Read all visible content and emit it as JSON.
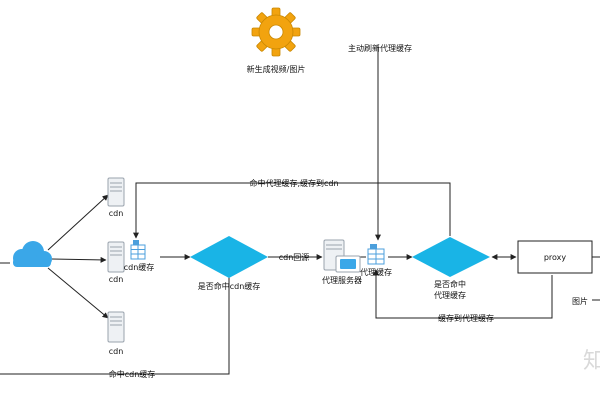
{
  "labels": {
    "gear": "新生成视频/图片",
    "refresh": "主动刷新代理缓存",
    "hit_proxy_store_cdn": "命中代理缓存,缓存到cdn",
    "cdn_top": "cdn",
    "cdn_mid": "cdn",
    "cdn_cache": "cdn缓存",
    "cdn_bottom": "cdn",
    "cdn_decision": "是否命中cdn缓存",
    "cdn_origin": "cdn回源",
    "proxy_server": "代理服务器",
    "proxy_cache": "代理缓存",
    "proxy_decision_line1": "是否命中",
    "proxy_decision_line2": "代理缓存",
    "proxy": "proxy",
    "store_proxy_cache": "缓存到代理缓存",
    "hit_cdn_cache": "命中cdn缓存",
    "image_edge": "图片",
    "watermark_fragment": "知"
  },
  "colors": {
    "diamond": "#19b4e6",
    "cloud": "#3aa7e8",
    "server_body": "#eef1f4",
    "server_stroke": "#9aa3ad",
    "cache_icon": "#4b9fdc",
    "gear": "#f2a30f",
    "line": "#222222"
  },
  "icons": [
    "gear-icon",
    "cloud-icon",
    "server-icon",
    "database-icon",
    "proxy-server-icon"
  ]
}
